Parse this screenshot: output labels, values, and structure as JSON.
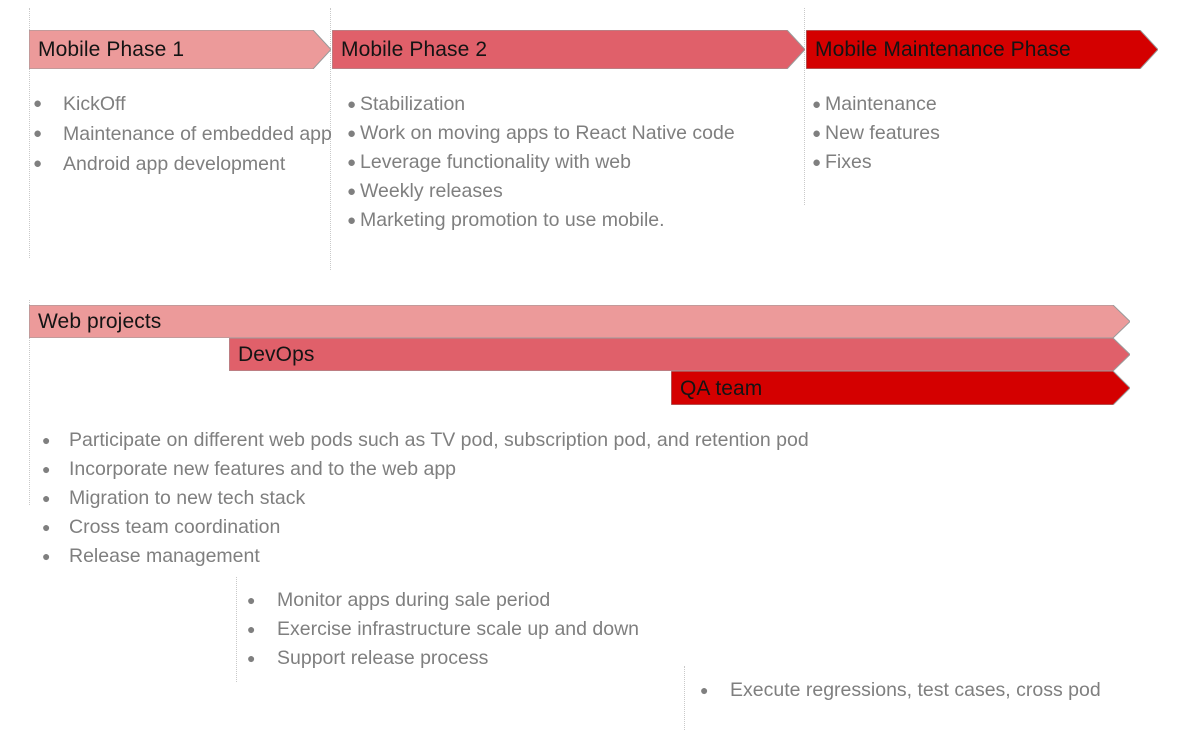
{
  "slide": {
    "background": "#ffffff",
    "text_color": "#7f7f7f",
    "heading_color": "#141414"
  },
  "colors": {
    "light_red": "#EC9A9A",
    "medium_red": "#E0606A",
    "bright_red": "#D40000",
    "outline": "#9a9a9a",
    "guide_line": "#c9c9c9"
  },
  "mobile_track": {
    "phases": [
      {
        "title": "Mobile Phase 1",
        "color_key": "light_red",
        "bullets": [
          "KickOff",
          "Maintenance of embedded app",
          "Android app development"
        ]
      },
      {
        "title": "Mobile Phase 2",
        "color_key": "medium_red",
        "bullets": [
          "Stabilization",
          "Work on moving apps to React Native code",
          "Leverage functionality with web",
          "Weekly releases",
          "Marketing promotion to use mobile."
        ]
      },
      {
        "title": "Mobile Maintenance Phase",
        "color_key": "bright_red",
        "bullets": [
          "Maintenance",
          "New features",
          "Fixes"
        ]
      }
    ]
  },
  "web_track": {
    "bars": [
      {
        "title": "Web projects",
        "color_key": "light_red"
      },
      {
        "title": "DevOps",
        "color_key": "medium_red"
      },
      {
        "title": "QA team",
        "color_key": "bright_red"
      }
    ],
    "groups": [
      {
        "owner": "Web projects",
        "bullets": [
          "Participate on different web pods such as TV pod, subscription pod, and retention pod",
          "Incorporate new features and to the web app",
          "Migration to new tech stack",
          "Cross team coordination",
          "Release management"
        ]
      },
      {
        "owner": "DevOps",
        "bullets": [
          "Monitor apps during sale period",
          "Exercise infrastructure scale up and down",
          "Support release process"
        ]
      },
      {
        "owner": "QA team",
        "bullets": [
          "Execute regressions, test cases, cross pod"
        ]
      }
    ]
  },
  "icons": {
    "bullet_glyph": "●"
  }
}
